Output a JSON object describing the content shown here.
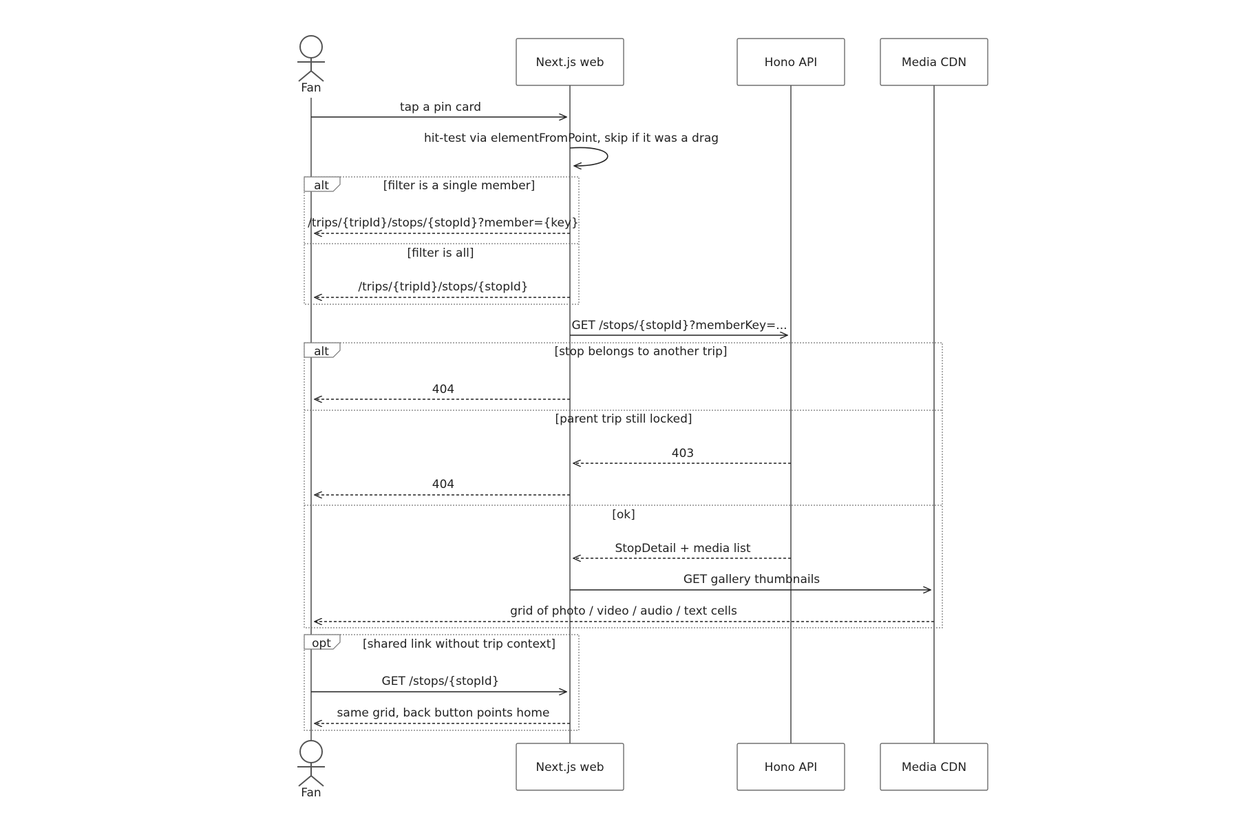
{
  "participants": {
    "fan": "Fan",
    "web": "Next.js web",
    "api": "Hono API",
    "cdn": "Media CDN"
  },
  "messages": {
    "m1": "tap a pin card",
    "m2": "hit-test via elementFromPoint, skip if it was a drag",
    "m3": "/trips/{tripId}/stops/{stopId}?member={key}",
    "m4": "/trips/{tripId}/stops/{stopId}",
    "m5": "GET /stops/{stopId}?memberKey=...",
    "m6": "404",
    "m7": "403",
    "m8": "404",
    "m9": "StopDetail + media list",
    "m10": "GET gallery thumbnails",
    "m11": "grid of photo / video / audio / text cells",
    "m12": "GET /stops/{stopId}",
    "m13": "same grid, back button points home"
  },
  "frames": {
    "alt1": {
      "tag": "alt",
      "cond1": "[filter is a single member]",
      "cond2": "[filter is all]"
    },
    "alt2": {
      "tag": "alt",
      "cond1": "[stop belongs to another trip]",
      "cond2": "[parent trip still locked]",
      "cond3": "[ok]"
    },
    "opt1": {
      "tag": "opt",
      "cond1": "[shared link without trip context]"
    }
  }
}
